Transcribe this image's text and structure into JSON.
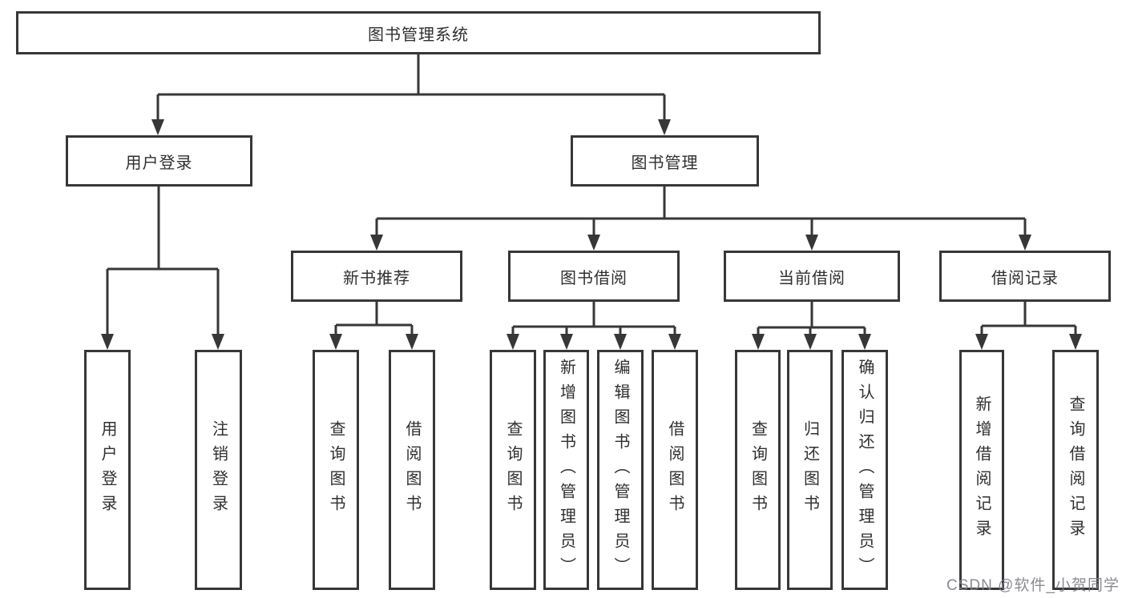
{
  "diagram": {
    "root": {
      "label": "图书管理系统"
    },
    "level1": [
      {
        "label": "用户登录",
        "children": [
          {
            "label": "用户登录"
          },
          {
            "label": "注销登录"
          }
        ]
      },
      {
        "label": "图书管理",
        "children": [
          {
            "label": "新书推荐",
            "children": [
              {
                "label": "查询图书"
              },
              {
                "label": "借阅图书"
              }
            ]
          },
          {
            "label": "图书借阅",
            "children": [
              {
                "label": "查询图书"
              },
              {
                "label": "新增图书（管理员）"
              },
              {
                "label": "编辑图书（管理员）"
              },
              {
                "label": "借阅图书"
              }
            ]
          },
          {
            "label": "当前借阅",
            "children": [
              {
                "label": "查询图书"
              },
              {
                "label": "归还图书"
              },
              {
                "label": "确认归还（管理员）"
              }
            ]
          },
          {
            "label": "借阅记录",
            "children": [
              {
                "label": "新增借阅记录"
              },
              {
                "label": "查询借阅记录"
              }
            ]
          }
        ]
      }
    ]
  },
  "watermark": {
    "text": "CSDN @软件_小贺同学"
  },
  "colors": {
    "line": "#373737",
    "box_border": "#373737",
    "text": "#2f2f2f",
    "background": "#ffffff",
    "watermark": "#7d7d87"
  }
}
